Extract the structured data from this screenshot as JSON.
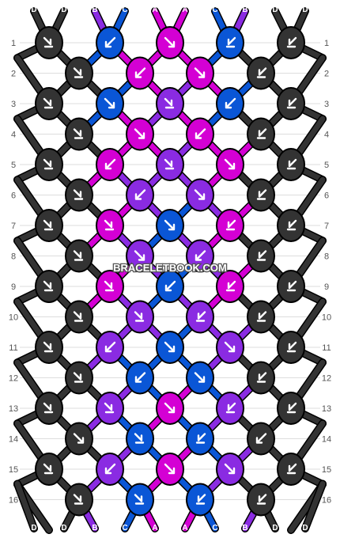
{
  "watermark": "BRACELETBOOK.COM",
  "colors": {
    "D": "#333333",
    "B": "#8a2be2",
    "C": "#0a56d6",
    "A": "#d400d4"
  },
  "strings_top": [
    "D",
    "D",
    "B",
    "C",
    "A",
    "A",
    "C",
    "B",
    "D",
    "D"
  ],
  "strings_bottom": [
    "D",
    "D",
    "B",
    "C",
    "A",
    "A",
    "C",
    "B",
    "D",
    "D"
  ],
  "rows": [
    {
      "number": "1",
      "knots": [
        {
          "color": "D",
          "dir": "forward-back"
        },
        {
          "color": "C",
          "dir": "backward"
        },
        {
          "color": "A",
          "dir": "forward"
        },
        {
          "color": "C",
          "dir": "backward-forward"
        },
        {
          "color": "D",
          "dir": "backward-forward"
        }
      ]
    },
    {
      "number": "2",
      "knots": [
        {
          "color": "D",
          "dir": "forward-back"
        },
        {
          "color": "A",
          "dir": "backward"
        },
        {
          "color": "A",
          "dir": "forward"
        },
        {
          "color": "D",
          "dir": "backward-forward"
        }
      ]
    },
    {
      "number": "3",
      "knots": [
        {
          "color": "D",
          "dir": "forward-back"
        },
        {
          "color": "C",
          "dir": "forward"
        },
        {
          "color": "B",
          "dir": "forward-back"
        },
        {
          "color": "C",
          "dir": "backward"
        },
        {
          "color": "D",
          "dir": "backward-forward"
        }
      ]
    },
    {
      "number": "4",
      "knots": [
        {
          "color": "D",
          "dir": "forward-back"
        },
        {
          "color": "A",
          "dir": "forward"
        },
        {
          "color": "A",
          "dir": "backward"
        },
        {
          "color": "D",
          "dir": "backward-forward"
        }
      ]
    },
    {
      "number": "5",
      "knots": [
        {
          "color": "D",
          "dir": "forward-back"
        },
        {
          "color": "A",
          "dir": "backward"
        },
        {
          "color": "B",
          "dir": "forward-back"
        },
        {
          "color": "A",
          "dir": "forward"
        },
        {
          "color": "D",
          "dir": "backward-forward"
        }
      ]
    },
    {
      "number": "6",
      "knots": [
        {
          "color": "D",
          "dir": "forward-back"
        },
        {
          "color": "B",
          "dir": "backward"
        },
        {
          "color": "B",
          "dir": "forward"
        },
        {
          "color": "D",
          "dir": "backward-forward"
        }
      ]
    },
    {
      "number": "7",
      "knots": [
        {
          "color": "D",
          "dir": "forward-back"
        },
        {
          "color": "A",
          "dir": "forward-back"
        },
        {
          "color": "C",
          "dir": "forward"
        },
        {
          "color": "A",
          "dir": "backward-forward"
        },
        {
          "color": "D",
          "dir": "backward-forward"
        }
      ]
    },
    {
      "number": "8",
      "knots": [
        {
          "color": "D",
          "dir": "forward-back"
        },
        {
          "color": "B",
          "dir": "forward"
        },
        {
          "color": "B",
          "dir": "backward"
        },
        {
          "color": "D",
          "dir": "backward-forward"
        }
      ]
    },
    {
      "number": "9",
      "knots": [
        {
          "color": "D",
          "dir": "forward-back"
        },
        {
          "color": "A",
          "dir": "forward-back"
        },
        {
          "color": "C",
          "dir": "backward"
        },
        {
          "color": "A",
          "dir": "backward-forward"
        },
        {
          "color": "D",
          "dir": "backward-forward"
        }
      ]
    },
    {
      "number": "10",
      "knots": [
        {
          "color": "D",
          "dir": "forward-back"
        },
        {
          "color": "B",
          "dir": "forward-back"
        },
        {
          "color": "B",
          "dir": "backward-forward"
        },
        {
          "color": "D",
          "dir": "backward-forward"
        }
      ]
    },
    {
      "number": "11",
      "knots": [
        {
          "color": "D",
          "dir": "forward-back"
        },
        {
          "color": "B",
          "dir": "backward"
        },
        {
          "color": "C",
          "dir": "forward"
        },
        {
          "color": "B",
          "dir": "forward"
        },
        {
          "color": "D",
          "dir": "backward-forward"
        }
      ]
    },
    {
      "number": "12",
      "knots": [
        {
          "color": "D",
          "dir": "forward-back"
        },
        {
          "color": "C",
          "dir": "backward"
        },
        {
          "color": "C",
          "dir": "forward"
        },
        {
          "color": "D",
          "dir": "backward-forward"
        }
      ]
    },
    {
      "number": "13",
      "knots": [
        {
          "color": "D",
          "dir": "forward-back"
        },
        {
          "color": "B",
          "dir": "forward-back"
        },
        {
          "color": "A",
          "dir": "forward"
        },
        {
          "color": "B",
          "dir": "backward-forward"
        },
        {
          "color": "D",
          "dir": "backward-forward"
        }
      ]
    },
    {
      "number": "14",
      "knots": [
        {
          "color": "D",
          "dir": "forward"
        },
        {
          "color": "C",
          "dir": "forward-back"
        },
        {
          "color": "C",
          "dir": "backward-forward"
        },
        {
          "color": "D",
          "dir": "backward"
        }
      ]
    },
    {
      "number": "15",
      "knots": [
        {
          "color": "D",
          "dir": "forward-back"
        },
        {
          "color": "B",
          "dir": "backward"
        },
        {
          "color": "A",
          "dir": "forward"
        },
        {
          "color": "B",
          "dir": "forward"
        },
        {
          "color": "D",
          "dir": "backward-forward"
        }
      ]
    },
    {
      "number": "16",
      "knots": [
        {
          "color": "D",
          "dir": "forward-back"
        },
        {
          "color": "C",
          "dir": "forward-back"
        },
        {
          "color": "C",
          "dir": "backward-forward"
        },
        {
          "color": "D",
          "dir": "backward-forward"
        }
      ]
    }
  ]
}
